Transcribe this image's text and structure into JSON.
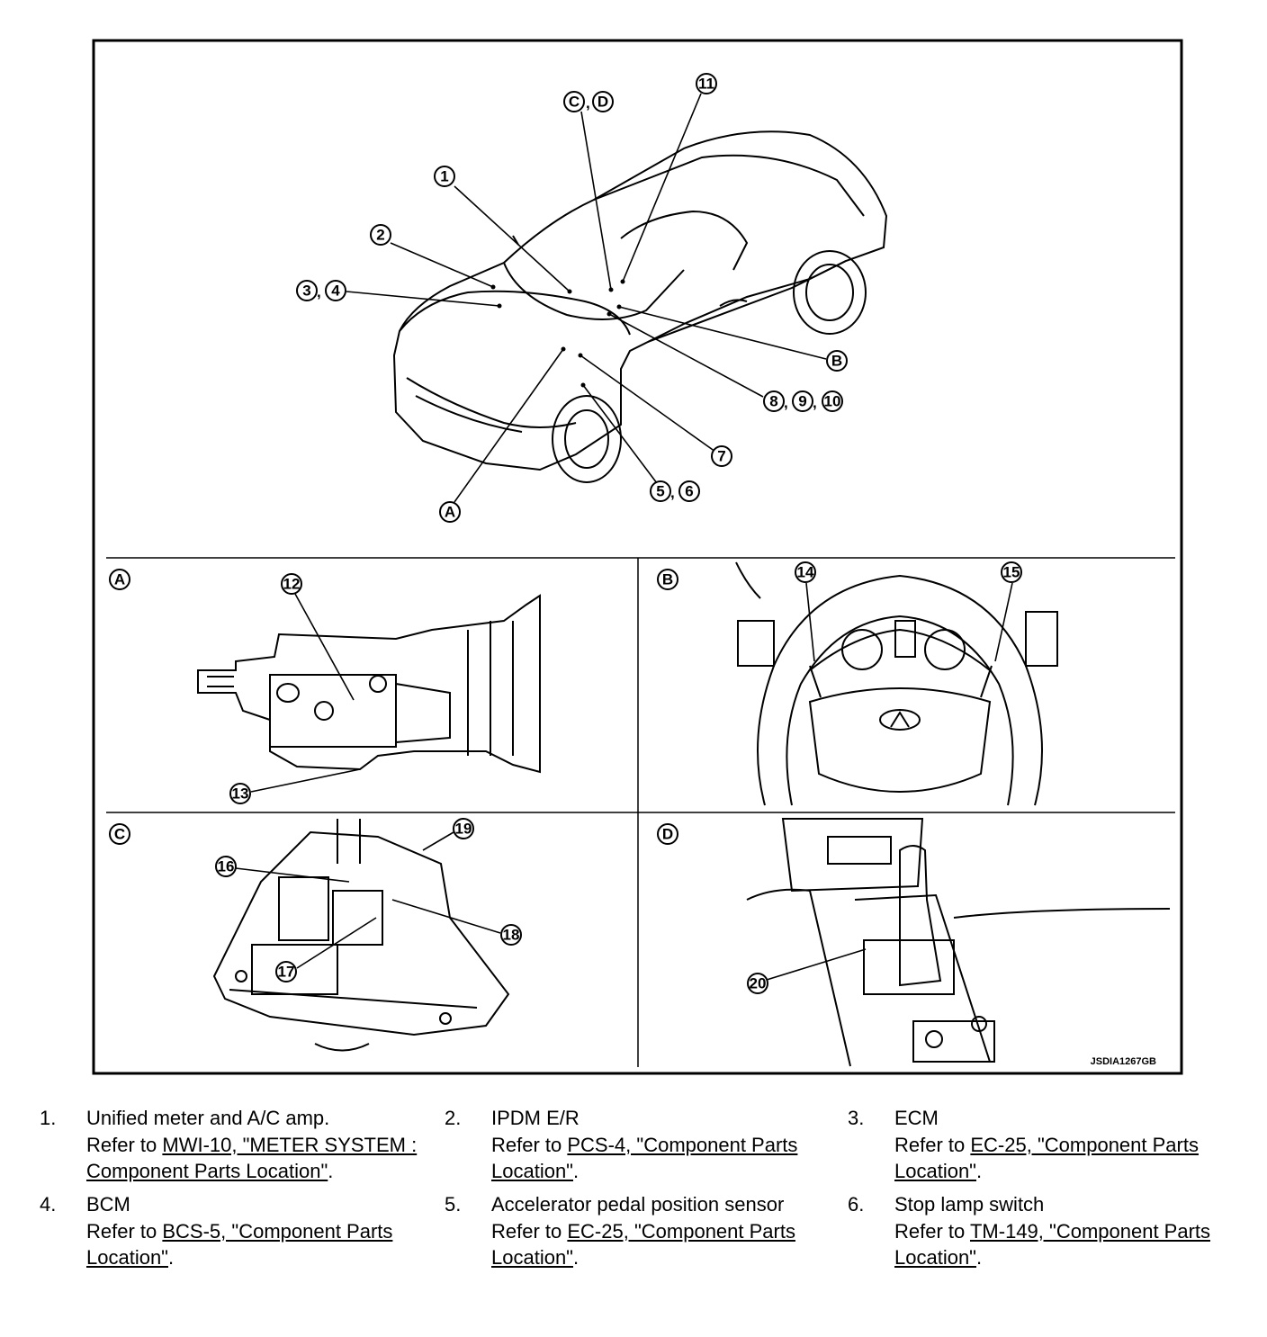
{
  "figure": {
    "code": "JSDIA1267GB",
    "callouts": {
      "c1": "1",
      "c2": "2",
      "c3": "3",
      "c4": "4",
      "c5": "5",
      "c6": "6",
      "c7": "7",
      "c8": "8",
      "c9": "9",
      "c10": "10",
      "c11": "11",
      "c12": "12",
      "c13": "13",
      "c14": "14",
      "c15": "15",
      "c16": "16",
      "c17": "17",
      "c18": "18",
      "c19": "19",
      "c20": "20",
      "cA": "A",
      "cB": "B",
      "cC": "C",
      "cD": "D"
    },
    "panels": {
      "a": "A",
      "b": "B",
      "c": "C",
      "d": "D"
    }
  },
  "legend": [
    {
      "num": "1.",
      "name": "Unified meter and A/C amp.",
      "refer": "Refer to ",
      "link": "MWI-10, \"METER SYSTEM : Component Parts Location\"",
      "end": "."
    },
    {
      "num": "2.",
      "name": "IPDM E/R",
      "refer": "Refer to ",
      "link": "PCS-4, \"Component Parts Location\"",
      "end": "."
    },
    {
      "num": "3.",
      "name": "ECM",
      "refer": "Refer to ",
      "link": "EC-25, \"Component Parts Location\"",
      "end": "."
    },
    {
      "num": "4.",
      "name": "BCM",
      "refer": "Refer to ",
      "link": "BCS-5, \"Component Parts Location\"",
      "end": "."
    },
    {
      "num": "5.",
      "name": "Accelerator pedal position sensor",
      "refer": "Refer to ",
      "link": "EC-25, \"Component Parts Location\"",
      "end": "."
    },
    {
      "num": "6.",
      "name": "Stop lamp switch",
      "refer": "Refer to ",
      "link": "TM-149, \"Component Parts Location\"",
      "end": "."
    }
  ]
}
